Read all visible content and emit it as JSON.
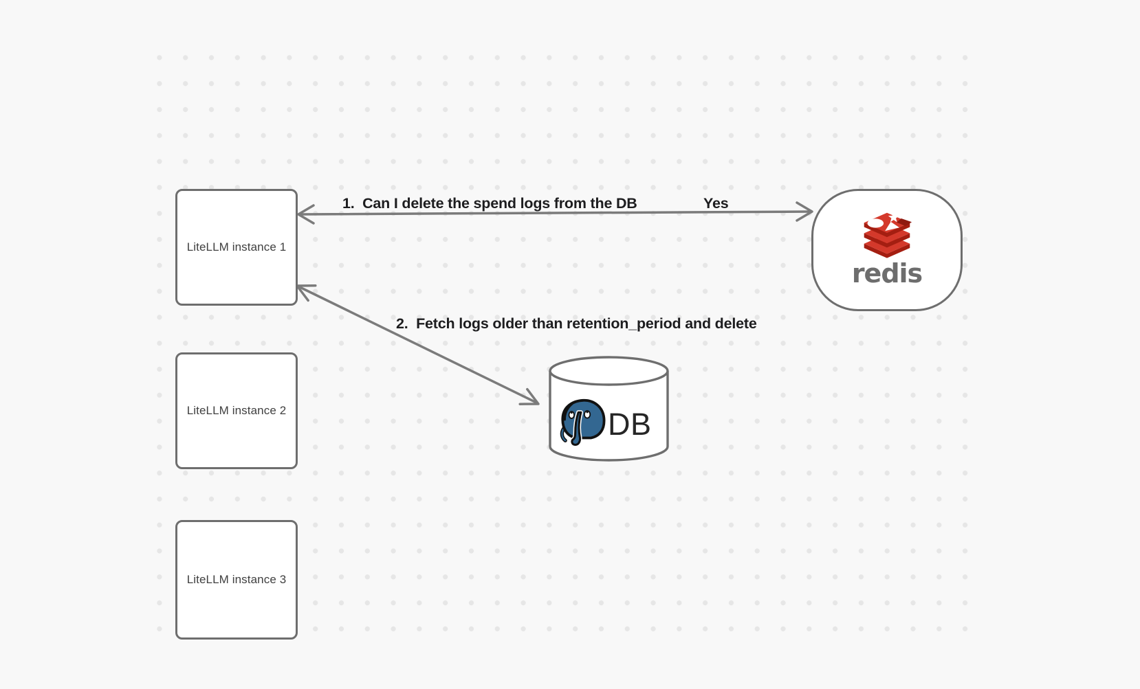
{
  "diagram": {
    "nodes": {
      "litellm_instances": [
        {
          "label": "LiteLLM instance 1"
        },
        {
          "label": "LiteLLM instance 2"
        },
        {
          "label": "LiteLLM instance 3"
        }
      ],
      "redis": {
        "wordmark": "redis"
      },
      "database": {
        "label": "DB"
      }
    },
    "arrows": [
      {
        "step": "1.  Can I delete the spend logs from the DB",
        "reply": "Yes"
      },
      {
        "step": "2.  Fetch logs older than retention_period and delete"
      }
    ]
  },
  "colors": {
    "background": "#f8f8f8",
    "grid_dot": "#e6e6e6",
    "shape_stroke": "#6e6e6e",
    "arrow_stroke": "#7b7b7b",
    "label_text": "#1d1d1f",
    "node_text": "#404040",
    "redis_red": "#d82c20",
    "redis_dark_red": "#a41e11",
    "redis_wordmark": "#6d6d6d",
    "postgres_blue": "#336791"
  }
}
